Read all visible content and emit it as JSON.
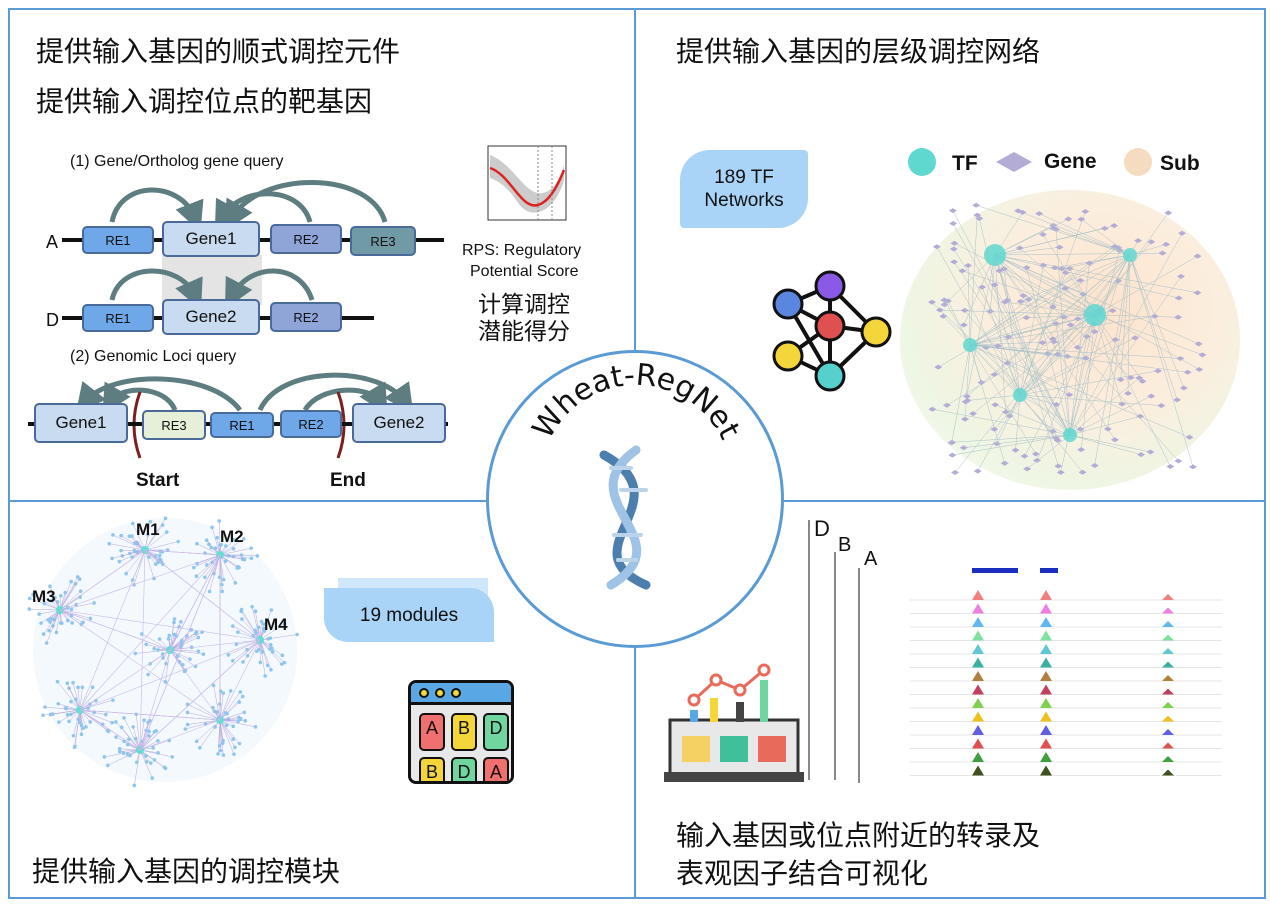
{
  "center": {
    "title": "Wheat-RegNet"
  },
  "q1": {
    "title1": "提供输入基因的顺式调控元件",
    "title2": "提供输入调控位点的靶基因",
    "query1": "(1) Gene/Ortholog gene query",
    "query2": "(2) Genomic Loci query",
    "rowA": "A",
    "rowD": "D",
    "rowA_boxes": [
      "RE1",
      "Gene1",
      "RE2",
      "RE3"
    ],
    "rowD_boxes": [
      "RE1",
      "Gene2",
      "RE2"
    ],
    "loci_boxes": [
      "Gene1",
      "RE3",
      "RE1",
      "RE2",
      "Gene2"
    ],
    "start": "Start",
    "end": "End",
    "rps1": "RPS: Regulatory",
    "rps2": "Potential Score",
    "rps_cn1": "计算调控",
    "rps_cn2": "潜能得分"
  },
  "q2": {
    "title": "提供输入基因的层级调控网络",
    "flag": "189 TF Networks",
    "legend": [
      "TF",
      "Gene",
      "Sub"
    ],
    "colors": {
      "tf": "#5fd8d0",
      "gene": "#b3add6",
      "sub": "#f5dcc0"
    }
  },
  "q3": {
    "title": "提供输入基因的调控模块",
    "modules_label": "19 modules",
    "module_names": [
      "M1",
      "M2",
      "M3",
      "M4"
    ],
    "grid": [
      "A",
      "B",
      "D",
      "B",
      "D",
      "A"
    ]
  },
  "q4": {
    "title1": "输入基因或位点附近的转录及",
    "title2": "表观因子结合可视化",
    "panels": [
      "D",
      "B",
      "A"
    ]
  }
}
